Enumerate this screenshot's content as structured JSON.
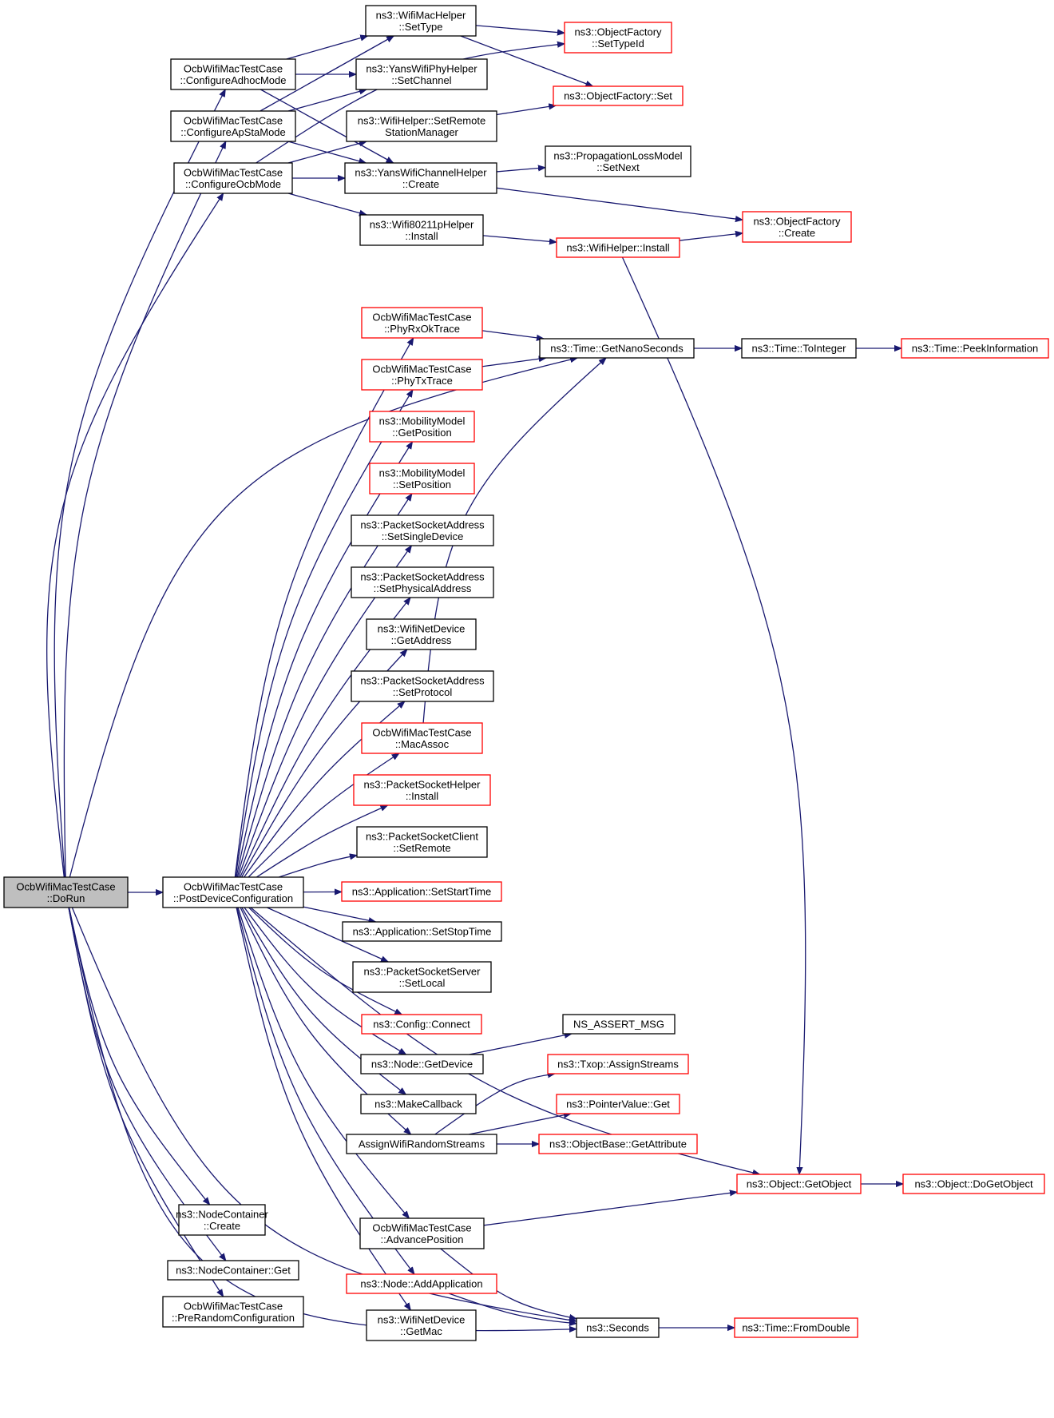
{
  "diagram": {
    "colors": {
      "edge": "#191970",
      "box_border": "#000000",
      "box_border_link": "#ff0000",
      "root_fill": "#bfbfbf"
    },
    "nodes": [
      {
        "id": "dorun",
        "lines": [
          "OcbWifiMacTestCase",
          "::DoRun"
        ],
        "style": "root"
      },
      {
        "id": "cfgadhoc",
        "lines": [
          "OcbWifiMacTestCase",
          "::ConfigureAdhocMode"
        ],
        "style": "normal"
      },
      {
        "id": "cfgapsta",
        "lines": [
          "OcbWifiMacTestCase",
          "::ConfigureApStaMode"
        ],
        "style": "normal"
      },
      {
        "id": "cfgocb",
        "lines": [
          "OcbWifiMacTestCase",
          "::ConfigureOcbMode"
        ],
        "style": "normal"
      },
      {
        "id": "postdev",
        "lines": [
          "OcbWifiMacTestCase",
          "::PostDeviceConfiguration"
        ],
        "style": "normal"
      },
      {
        "id": "nccreate",
        "lines": [
          "ns3::NodeContainer",
          "::Create"
        ],
        "style": "normal"
      },
      {
        "id": "ncget",
        "lines": [
          "ns3::NodeContainer::Get"
        ],
        "style": "normal"
      },
      {
        "id": "prerandom",
        "lines": [
          "OcbWifiMacTestCase",
          "::PreRandomConfiguration"
        ],
        "style": "normal"
      },
      {
        "id": "wmhsettype",
        "lines": [
          "ns3::WifiMacHelper",
          "::SetType"
        ],
        "style": "normal"
      },
      {
        "id": "ywphsetch",
        "lines": [
          "ns3::YansWifiPhyHelper",
          "::SetChannel"
        ],
        "style": "normal"
      },
      {
        "id": "whsetremote",
        "lines": [
          "ns3::WifiHelper::SetRemote",
          "StationManager"
        ],
        "style": "normal"
      },
      {
        "id": "ywchcreate",
        "lines": [
          "ns3::YansWifiChannelHelper",
          "::Create"
        ],
        "style": "normal"
      },
      {
        "id": "w80211install",
        "lines": [
          "ns3::Wifi80211pHelper",
          "::Install"
        ],
        "style": "normal"
      },
      {
        "id": "ofsettypeid",
        "lines": [
          "ns3::ObjectFactory",
          "::SetTypeId"
        ],
        "style": "link"
      },
      {
        "id": "ofset",
        "lines": [
          "ns3::ObjectFactory::Set"
        ],
        "style": "link"
      },
      {
        "id": "plmsetnext",
        "lines": [
          "ns3::PropagationLossModel",
          "::SetNext"
        ],
        "style": "normal"
      },
      {
        "id": "ofcreate",
        "lines": [
          "ns3::ObjectFactory",
          "::Create"
        ],
        "style": "link"
      },
      {
        "id": "whinstall",
        "lines": [
          "ns3::WifiHelper::Install"
        ],
        "style": "link"
      },
      {
        "id": "phyrxok",
        "lines": [
          "OcbWifiMacTestCase",
          "::PhyRxOkTrace"
        ],
        "style": "link"
      },
      {
        "id": "phytx",
        "lines": [
          "OcbWifiMacTestCase",
          "::PhyTxTrace"
        ],
        "style": "link"
      },
      {
        "id": "getnano",
        "lines": [
          "ns3::Time::GetNanoSeconds"
        ],
        "style": "normal"
      },
      {
        "id": "tointeger",
        "lines": [
          "ns3::Time::ToInteger"
        ],
        "style": "normal"
      },
      {
        "id": "peekinfo",
        "lines": [
          "ns3::Time::PeekInformation"
        ],
        "style": "link"
      },
      {
        "id": "mmgetpos",
        "lines": [
          "ns3::MobilityModel",
          "::GetPosition"
        ],
        "style": "link"
      },
      {
        "id": "mmsetpos",
        "lines": [
          "ns3::MobilityModel",
          "::SetPosition"
        ],
        "style": "link"
      },
      {
        "id": "psasingle",
        "lines": [
          "ns3::PacketSocketAddress",
          "::SetSingleDevice"
        ],
        "style": "normal"
      },
      {
        "id": "psaphys",
        "lines": [
          "ns3::PacketSocketAddress",
          "::SetPhysicalAddress"
        ],
        "style": "normal"
      },
      {
        "id": "wndgetaddr",
        "lines": [
          "ns3::WifiNetDevice",
          "::GetAddress"
        ],
        "style": "normal"
      },
      {
        "id": "psaproto",
        "lines": [
          "ns3::PacketSocketAddress",
          "::SetProtocol"
        ],
        "style": "normal"
      },
      {
        "id": "macassoc",
        "lines": [
          "OcbWifiMacTestCase",
          "::MacAssoc"
        ],
        "style": "link"
      },
      {
        "id": "pshinstall",
        "lines": [
          "ns3::PacketSocketHelper",
          "::Install"
        ],
        "style": "link"
      },
      {
        "id": "pscsetremote",
        "lines": [
          "ns3::PacketSocketClient",
          "::SetRemote"
        ],
        "style": "normal"
      },
      {
        "id": "appstart",
        "lines": [
          "ns3::Application::SetStartTime"
        ],
        "style": "link"
      },
      {
        "id": "appstop",
        "lines": [
          "ns3::Application::SetStopTime"
        ],
        "style": "normal"
      },
      {
        "id": "psssetlocal",
        "lines": [
          "ns3::PacketSocketServer",
          "::SetLocal"
        ],
        "style": "normal"
      },
      {
        "id": "cfgconnect",
        "lines": [
          "ns3::Config::Connect"
        ],
        "style": "link"
      },
      {
        "id": "nsassert",
        "lines": [
          "NS_ASSERT_MSG"
        ],
        "style": "normal"
      },
      {
        "id": "nodegetdev",
        "lines": [
          "ns3::Node::GetDevice"
        ],
        "style": "normal"
      },
      {
        "id": "txopassign",
        "lines": [
          "ns3::Txop::AssignStreams"
        ],
        "style": "link"
      },
      {
        "id": "makecb",
        "lines": [
          "ns3::MakeCallback"
        ],
        "style": "normal"
      },
      {
        "id": "pvget",
        "lines": [
          "ns3::PointerValue::Get"
        ],
        "style": "link"
      },
      {
        "id": "assignrand",
        "lines": [
          "AssignWifiRandomStreams"
        ],
        "style": "normal"
      },
      {
        "id": "obgetattr",
        "lines": [
          "ns3::ObjectBase::GetAttribute"
        ],
        "style": "link"
      },
      {
        "id": "objgetobj",
        "lines": [
          "ns3::Object::GetObject"
        ],
        "style": "link"
      },
      {
        "id": "objdoget",
        "lines": [
          "ns3::Object::DoGetObject"
        ],
        "style": "link"
      },
      {
        "id": "advpos",
        "lines": [
          "OcbWifiMacTestCase",
          "::AdvancePosition"
        ],
        "style": "normal"
      },
      {
        "id": "nodeaddapp",
        "lines": [
          "ns3::Node::AddApplication"
        ],
        "style": "link"
      },
      {
        "id": "wndgetmac",
        "lines": [
          "ns3::WifiNetDevice",
          "::GetMac"
        ],
        "style": "normal"
      },
      {
        "id": "seconds",
        "lines": [
          "ns3::Seconds"
        ],
        "style": "normal"
      },
      {
        "id": "fromdouble",
        "lines": [
          "ns3::Time::FromDouble"
        ],
        "style": "link"
      }
    ],
    "edges": [
      [
        "dorun",
        "cfgadhoc"
      ],
      [
        "dorun",
        "cfgapsta"
      ],
      [
        "dorun",
        "cfgocb"
      ],
      [
        "dorun",
        "getnano"
      ],
      [
        "dorun",
        "postdev"
      ],
      [
        "dorun",
        "nccreate"
      ],
      [
        "dorun",
        "ncget"
      ],
      [
        "dorun",
        "prerandom"
      ],
      [
        "dorun",
        "seconds"
      ],
      [
        "dorun",
        "seconds"
      ],
      [
        "cfgadhoc",
        "wmhsettype"
      ],
      [
        "cfgadhoc",
        "ywphsetch"
      ],
      [
        "cfgadhoc",
        "ywchcreate"
      ],
      [
        "cfgapsta",
        "wmhsettype"
      ],
      [
        "cfgapsta",
        "ywphsetch"
      ],
      [
        "cfgapsta",
        "ywchcreate"
      ],
      [
        "cfgocb",
        "ofsettypeid"
      ],
      [
        "cfgocb",
        "whsetremote"
      ],
      [
        "cfgocb",
        "ywchcreate"
      ],
      [
        "cfgocb",
        "w80211install"
      ],
      [
        "wmhsettype",
        "ofsettypeid"
      ],
      [
        "wmhsettype",
        "ofset"
      ],
      [
        "whsetremote",
        "ofset"
      ],
      [
        "ywchcreate",
        "plmsetnext"
      ],
      [
        "ywchcreate",
        "ofcreate"
      ],
      [
        "w80211install",
        "whinstall"
      ],
      [
        "whinstall",
        "ofcreate"
      ],
      [
        "whinstall",
        "objgetobj"
      ],
      [
        "phyrxok",
        "getnano"
      ],
      [
        "phytx",
        "getnano"
      ],
      [
        "macassoc",
        "getnano"
      ],
      [
        "getnano",
        "tointeger"
      ],
      [
        "tointeger",
        "peekinfo"
      ],
      [
        "postdev",
        "phyrxok"
      ],
      [
        "postdev",
        "phytx"
      ],
      [
        "postdev",
        "mmgetpos"
      ],
      [
        "postdev",
        "mmsetpos"
      ],
      [
        "postdev",
        "psasingle"
      ],
      [
        "postdev",
        "psaphys"
      ],
      [
        "postdev",
        "wndgetaddr"
      ],
      [
        "postdev",
        "psaproto"
      ],
      [
        "postdev",
        "macassoc"
      ],
      [
        "postdev",
        "pshinstall"
      ],
      [
        "postdev",
        "pscsetremote"
      ],
      [
        "postdev",
        "appstart"
      ],
      [
        "postdev",
        "appstop"
      ],
      [
        "postdev",
        "psssetlocal"
      ],
      [
        "postdev",
        "cfgconnect"
      ],
      [
        "postdev",
        "nodegetdev"
      ],
      [
        "postdev",
        "makecb"
      ],
      [
        "postdev",
        "assignrand"
      ],
      [
        "postdev",
        "objgetobj"
      ],
      [
        "postdev",
        "advpos"
      ],
      [
        "postdev",
        "nodeaddapp"
      ],
      [
        "postdev",
        "wndgetmac"
      ],
      [
        "nodegetdev",
        "nsassert"
      ],
      [
        "assignrand",
        "txopassign"
      ],
      [
        "assignrand",
        "pvget"
      ],
      [
        "assignrand",
        "obgetattr"
      ],
      [
        "objgetobj",
        "objdoget"
      ],
      [
        "advpos",
        "objgetobj"
      ],
      [
        "advpos",
        "seconds"
      ],
      [
        "nodeaddapp",
        "seconds"
      ],
      [
        "seconds",
        "fromdouble"
      ]
    ]
  }
}
